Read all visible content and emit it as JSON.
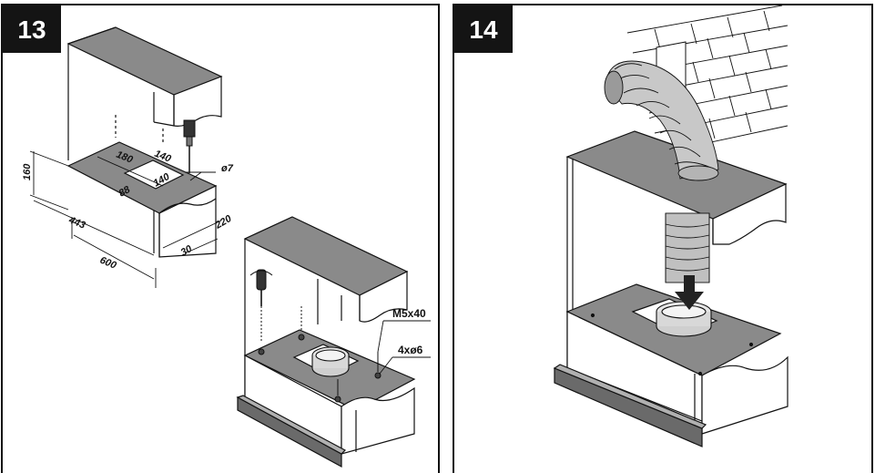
{
  "panels": [
    {
      "step": "13",
      "dimensions": {
        "d180": "180",
        "d140_top": "140",
        "d140_bottom": "140",
        "d88": "88",
        "d160": "160",
        "d443": "443",
        "d600": "600",
        "d220": "220",
        "d30": "30",
        "hole_diameter": "ø7"
      },
      "callouts": {
        "screw": "M5x40",
        "washers": "4xø6"
      }
    },
    {
      "step": "14"
    }
  ],
  "colors": {
    "panel_gray": "#8a8a8a",
    "dark_gray": "#5a5a5a",
    "badge": "#141414",
    "line": "#111111"
  }
}
